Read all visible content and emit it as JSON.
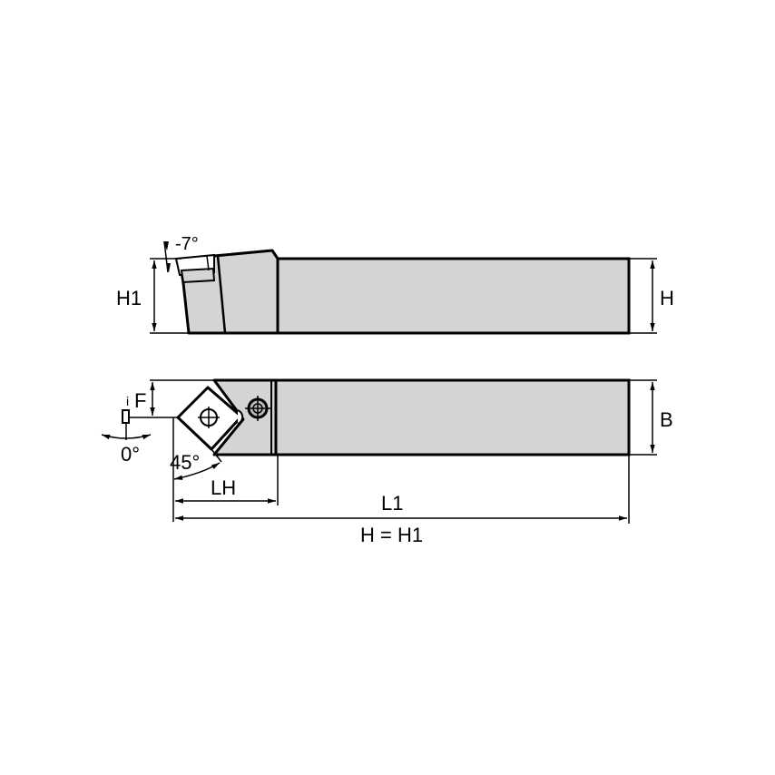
{
  "diagram": {
    "title": "Turning tool holder dimensional drawing",
    "colors": {
      "body_fill": "#d4d4d4",
      "line": "#000000",
      "background": "#ffffff"
    },
    "side_view": {
      "labels": {
        "rake_angle": "-7°",
        "h1": "H1",
        "h": "H"
      }
    },
    "top_view": {
      "labels": {
        "f": "F",
        "f_marker": "i",
        "b": "B",
        "inclination": "0°",
        "approach_angle": "45°",
        "lh": "LH",
        "l1": "L1",
        "note": "H = H1"
      }
    }
  }
}
